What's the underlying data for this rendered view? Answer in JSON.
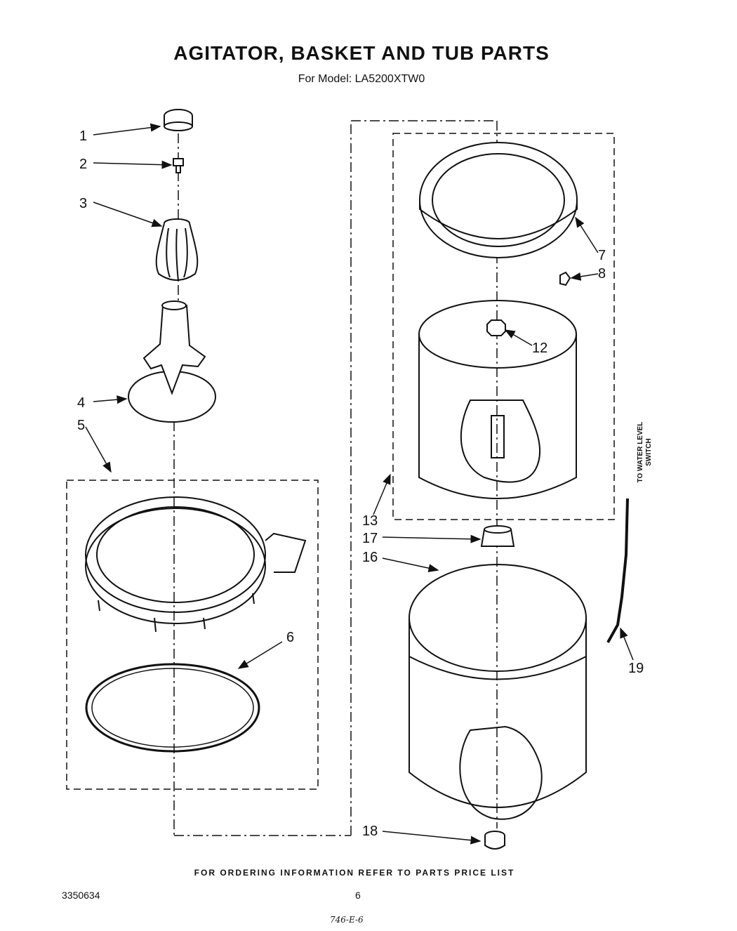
{
  "header": {
    "title": "AGITATOR, BASKET AND TUB PARTS",
    "subtitle": "For Model: LA5200XTW0"
  },
  "callouts": [
    "1",
    "2",
    "3",
    "4",
    "5",
    "6",
    "7",
    "8",
    "12",
    "13",
    "16",
    "17",
    "18",
    "19"
  ],
  "side_label": {
    "line1": "TO WATER LEVEL",
    "line2": "SWITCH"
  },
  "footer": {
    "ordering_note": "FOR ORDERING INFORMATION REFER TO PARTS PRICE LIST",
    "doc_number": "3350634",
    "page_number": "6",
    "handwritten_note": "746-E-6"
  }
}
